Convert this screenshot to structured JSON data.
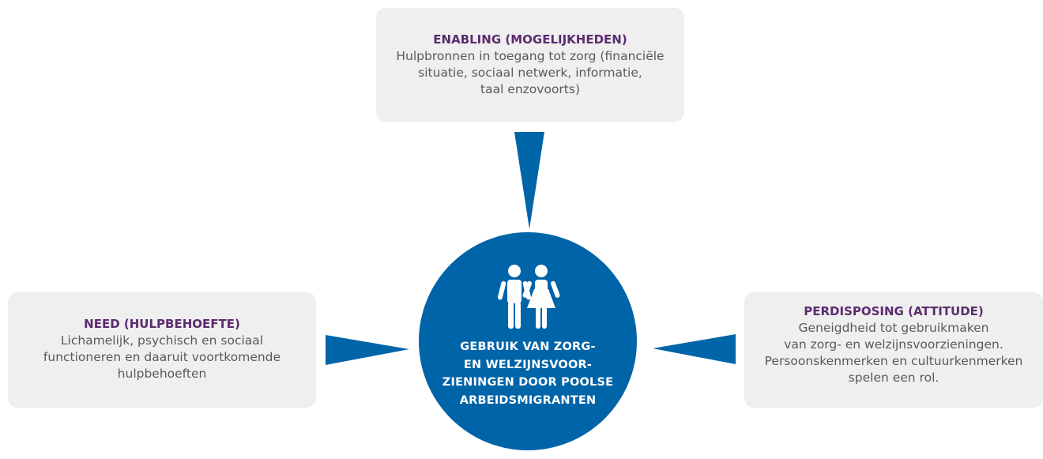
{
  "colors": {
    "accent_blue": "#0064a8",
    "title_purple": "#5b2c6f",
    "box_bg": "#efefef",
    "body_text": "#58595b"
  },
  "top_box": {
    "title": "ENABLING (MOGELIJKHEDEN)",
    "lines": [
      "Hulpbronnen in toegang tot zorg (financiële",
      "situatie, sociaal netwerk, informatie,",
      "taal enzovoorts)"
    ]
  },
  "left_box": {
    "title": "NEED (HULPBEHOEFTE)",
    "lines": [
      "Lichamelijk, psychisch en sociaal",
      "functioneren en daaruit voortkomende",
      "hulpbehoeften"
    ]
  },
  "right_box": {
    "title": "PERDISPOSING (ATTITUDE)",
    "lines": [
      "Geneigdheid tot gebruikmaken",
      "van zorg- en welzijnsvoorzieningen.",
      "Persoonskenmerken en cultuurkenmerken",
      "spelen een rol."
    ]
  },
  "center": {
    "icon": "people-icon",
    "lines": [
      "GEBRUIK VAN ZORG-",
      "EN WELZIJNSVOOR-",
      "ZIENINGEN DOOR POOLSE",
      "ARBEIDSMIGRANTEN"
    ]
  }
}
